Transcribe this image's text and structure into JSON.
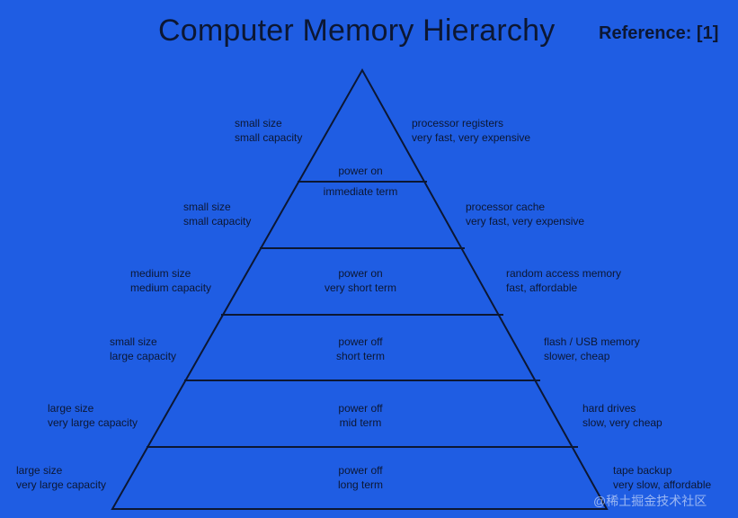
{
  "title": "Computer Memory Hierarchy",
  "reference": "Reference: [1]",
  "watermark": "@稀土掘金技术社区",
  "levels": [
    {
      "left": [
        "small size",
        "small capacity"
      ],
      "center": [
        "power on",
        "immediate term"
      ],
      "right": [
        "processor registers",
        "very fast, very expensive"
      ]
    },
    {
      "left": [
        "small size",
        "small capacity"
      ],
      "center": [],
      "right": [
        "processor cache",
        "very fast, very expensive"
      ]
    },
    {
      "left": [
        "medium size",
        "medium capacity"
      ],
      "center": [
        "power on",
        "very short term"
      ],
      "right": [
        "random access memory",
        "fast, affordable"
      ]
    },
    {
      "left": [
        "small size",
        "large capacity"
      ],
      "center": [
        "power off",
        "short term"
      ],
      "right": [
        "flash / USB memory",
        "slower, cheap"
      ]
    },
    {
      "left": [
        "large size",
        "very large capacity"
      ],
      "center": [
        "power off",
        "mid term"
      ],
      "right": [
        "hard drives",
        "slow, very cheap"
      ]
    },
    {
      "left": [
        "large size",
        "very large capacity"
      ],
      "center": [
        "power off",
        "long term"
      ],
      "right": [
        "tape backup",
        "very slow, affordable"
      ]
    }
  ]
}
